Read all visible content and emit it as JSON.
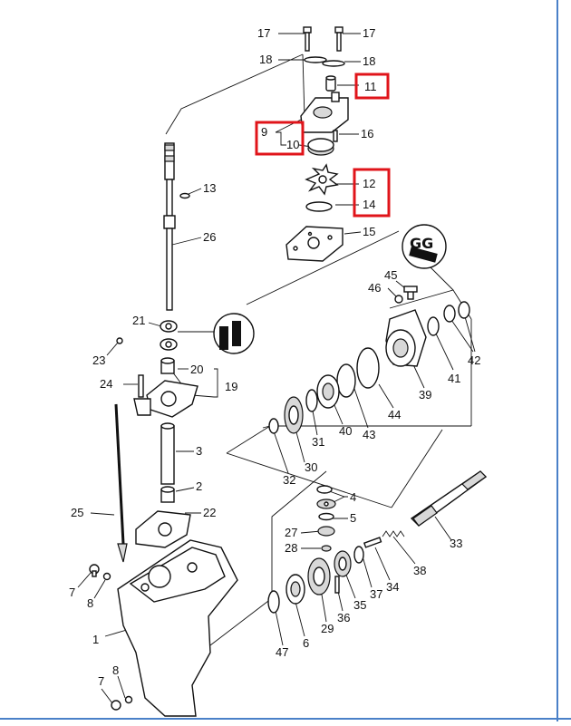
{
  "figure": "Lower unit exploded parts diagram",
  "callouts": [
    {
      "id": "17a",
      "text": "17"
    },
    {
      "id": "17b",
      "text": "17"
    },
    {
      "id": "18a",
      "text": "18"
    },
    {
      "id": "18b",
      "text": "18"
    },
    {
      "id": "11",
      "text": "11"
    },
    {
      "id": "9",
      "text": "9"
    },
    {
      "id": "10",
      "text": "10"
    },
    {
      "id": "16",
      "text": "16"
    },
    {
      "id": "13",
      "text": "13"
    },
    {
      "id": "12",
      "text": "12"
    },
    {
      "id": "14",
      "text": "14"
    },
    {
      "id": "26",
      "text": "26"
    },
    {
      "id": "15",
      "text": "15"
    },
    {
      "id": "45",
      "text": "45"
    },
    {
      "id": "46",
      "text": "46"
    },
    {
      "id": "21",
      "text": "21"
    },
    {
      "id": "23",
      "text": "23"
    },
    {
      "id": "42",
      "text": "42"
    },
    {
      "id": "41",
      "text": "41"
    },
    {
      "id": "24",
      "text": "24"
    },
    {
      "id": "20",
      "text": "20"
    },
    {
      "id": "19",
      "text": "19"
    },
    {
      "id": "39",
      "text": "39"
    },
    {
      "id": "44",
      "text": "44"
    },
    {
      "id": "43",
      "text": "43"
    },
    {
      "id": "40",
      "text": "40"
    },
    {
      "id": "31",
      "text": "31"
    },
    {
      "id": "30",
      "text": "30"
    },
    {
      "id": "3",
      "text": "3"
    },
    {
      "id": "32",
      "text": "32"
    },
    {
      "id": "2",
      "text": "2"
    },
    {
      "id": "4",
      "text": "4"
    },
    {
      "id": "25",
      "text": "25"
    },
    {
      "id": "22",
      "text": "22"
    },
    {
      "id": "5",
      "text": "5"
    },
    {
      "id": "33",
      "text": "33"
    },
    {
      "id": "27",
      "text": "27"
    },
    {
      "id": "28",
      "text": "28"
    },
    {
      "id": "38",
      "text": "38"
    },
    {
      "id": "7a",
      "text": "7"
    },
    {
      "id": "8a",
      "text": "8"
    },
    {
      "id": "34",
      "text": "34"
    },
    {
      "id": "37",
      "text": "37"
    },
    {
      "id": "35",
      "text": "35"
    },
    {
      "id": "36",
      "text": "36"
    },
    {
      "id": "29",
      "text": "29"
    },
    {
      "id": "1",
      "text": "1"
    },
    {
      "id": "47",
      "text": "47"
    },
    {
      "id": "6",
      "text": "6"
    },
    {
      "id": "7b",
      "text": "7"
    },
    {
      "id": "8b",
      "text": "8"
    }
  ],
  "highlight_color": "#e0141a",
  "grease_symbol_text": "GG"
}
